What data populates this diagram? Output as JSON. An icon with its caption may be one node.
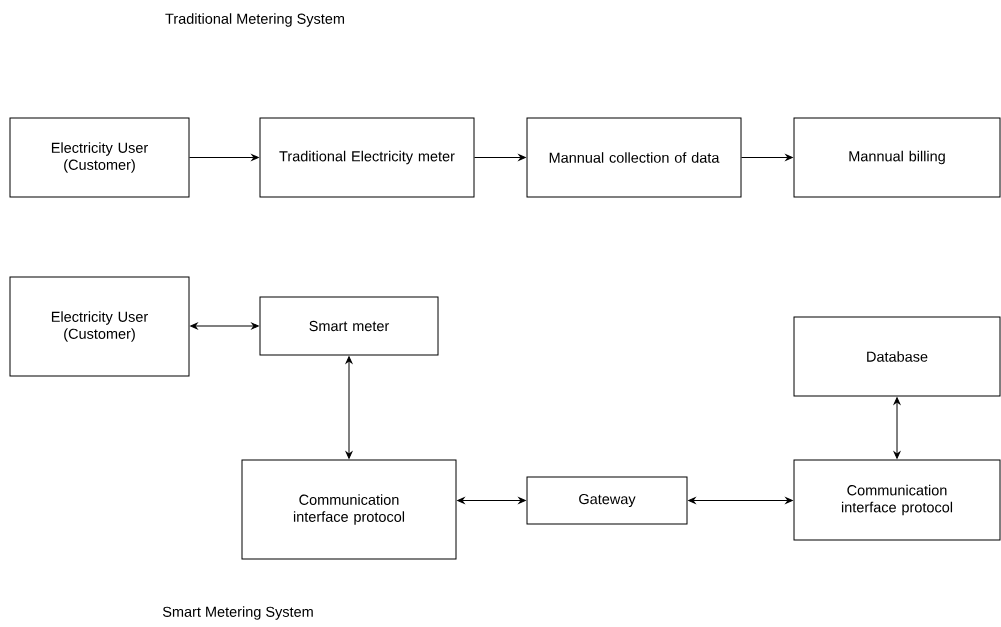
{
  "diagram": {
    "nodes": [
      {
        "text": [
          "Electricity User (Customer)"
        ]
      },
      {
        "text": [
          "Traditional Electricity meter"
        ]
      },
      {
        "text": [
          "Mannual collection of data"
        ]
      },
      {
        "text": [
          "Mannual billing"
        ]
      },
      {
        "text": [
          "Electricity User (Customer)"
        ]
      },
      {
        "text": [
          "Smart meter"
        ]
      },
      {
        "text": [
          "Database"
        ]
      },
      {
        "text": [
          "Communication interface protocol"
        ]
      },
      {
        "text": [
          "Gateway"
        ]
      },
      {
        "text": [
          "Communication interface protocol"
        ]
      }
    ],
    "edges": [
      {
        "from": 0,
        "to": 1,
        "arrow": "to"
      },
      {
        "from": 1,
        "to": 2,
        "arrow": "to"
      },
      {
        "from": 2,
        "to": 3,
        "arrow": "to"
      },
      {
        "from": 4,
        "to": 5,
        "arrow": "both"
      },
      {
        "from": 5,
        "to": 7,
        "arrow": "both"
      },
      {
        "from": 7,
        "to": 8,
        "arrow": "both"
      },
      {
        "from": 8,
        "to": 9,
        "arrow": "both"
      },
      {
        "from": 6,
        "to": 9,
        "arrow": "both"
      }
    ],
    "labels": [
      "Traditional Metering System",
      "Smart Metering System"
    ]
  }
}
